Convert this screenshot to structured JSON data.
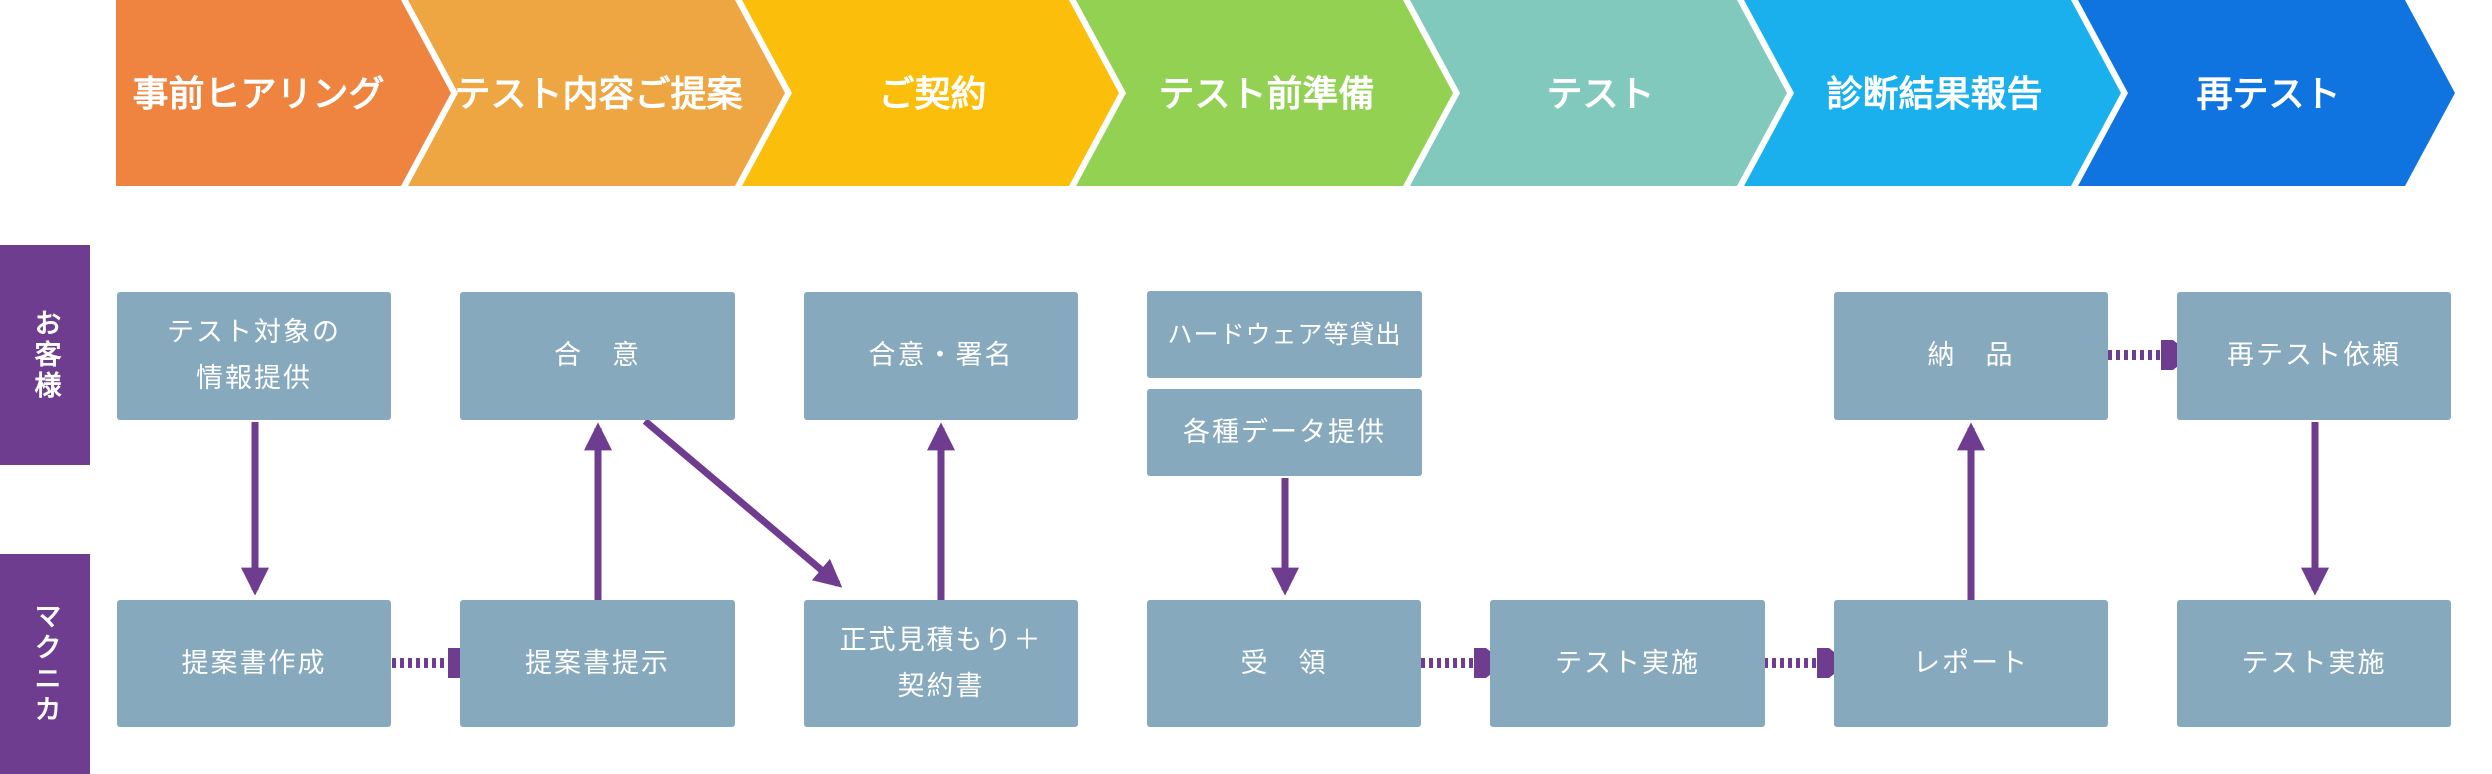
{
  "colors": {
    "lane": "#6e3d8f",
    "node": "#87a9bd",
    "arrow": "#6e3d8f",
    "phases": [
      "#ee8440",
      "#eda641",
      "#fbbe0a",
      "#92d152",
      "#82c9bd",
      "#1ab0ee",
      "#0f74e0"
    ]
  },
  "phases": [
    {
      "label": "事前ヒアリング"
    },
    {
      "label": "テスト内容ご提案"
    },
    {
      "label": "ご契約"
    },
    {
      "label": "テスト前準備"
    },
    {
      "label": "テスト"
    },
    {
      "label": "診断結果報告"
    },
    {
      "label": "再テスト"
    }
  ],
  "lanes": {
    "customer": "お客様",
    "makunika": "マクニカ"
  },
  "nodes": {
    "test_target_info": "テスト対象の\n情報提供",
    "agree_1": "合　意",
    "agree_sign": "合意・署名",
    "hardware_lending": "ハードウェア等貸出",
    "data_provision": "各種データ提供",
    "delivery": "納　品",
    "retest_request": "再テスト依頼",
    "proposal_create": "提案書作成",
    "proposal_present": "提案書提示",
    "quote_contract": "正式見積もり＋\n契約書",
    "receipt": "受　領",
    "test_exec": "テスト実施",
    "report": "レポート",
    "test_exec_2": "テスト実施"
  }
}
